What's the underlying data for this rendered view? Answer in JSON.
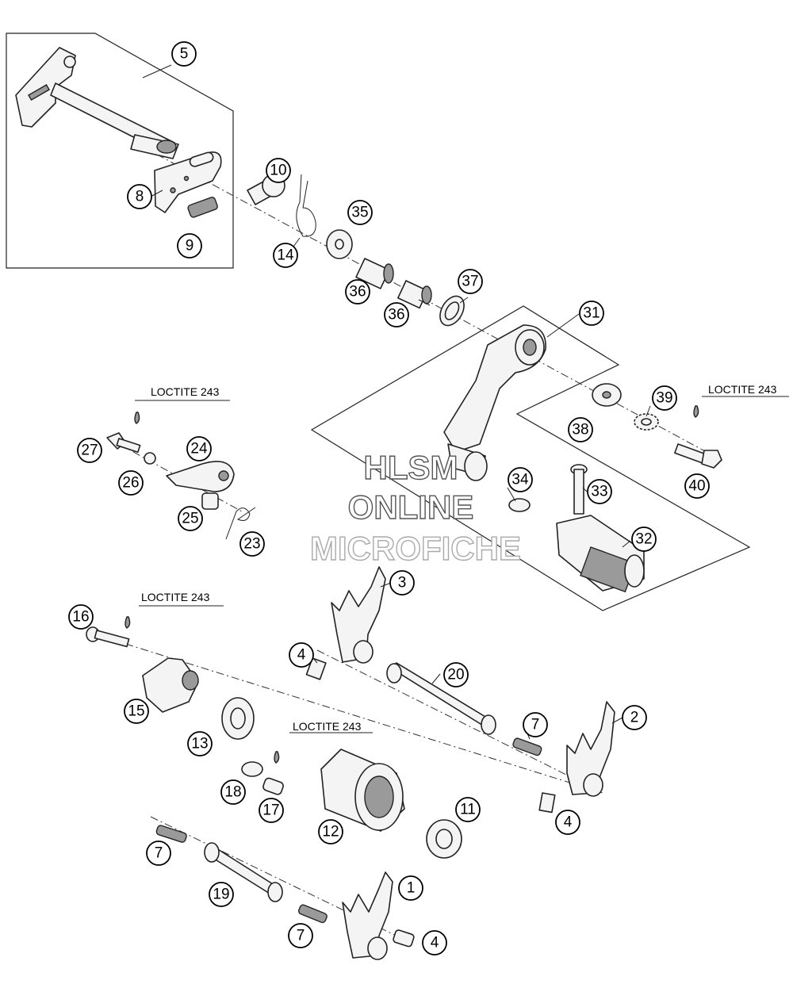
{
  "callouts": [
    "5",
    "8",
    "9",
    "10",
    "14",
    "35",
    "36",
    "36",
    "37",
    "31",
    "38",
    "39",
    "40",
    "34",
    "33",
    "32",
    "27",
    "26",
    "24",
    "25",
    "23",
    "3",
    "4",
    "20",
    "16",
    "15",
    "13",
    "7",
    "2",
    "4",
    "18",
    "17",
    "12",
    "11",
    "7",
    "19",
    "1",
    "7",
    "4"
  ],
  "notes": [
    "LOCTITE 243",
    "LOCTITE 243",
    "LOCTITE 243",
    "LOCTITE 243"
  ],
  "watermark": {
    "line1": "HLSM",
    "line2": "ONLINE",
    "line3": "MICROFICHE"
  }
}
